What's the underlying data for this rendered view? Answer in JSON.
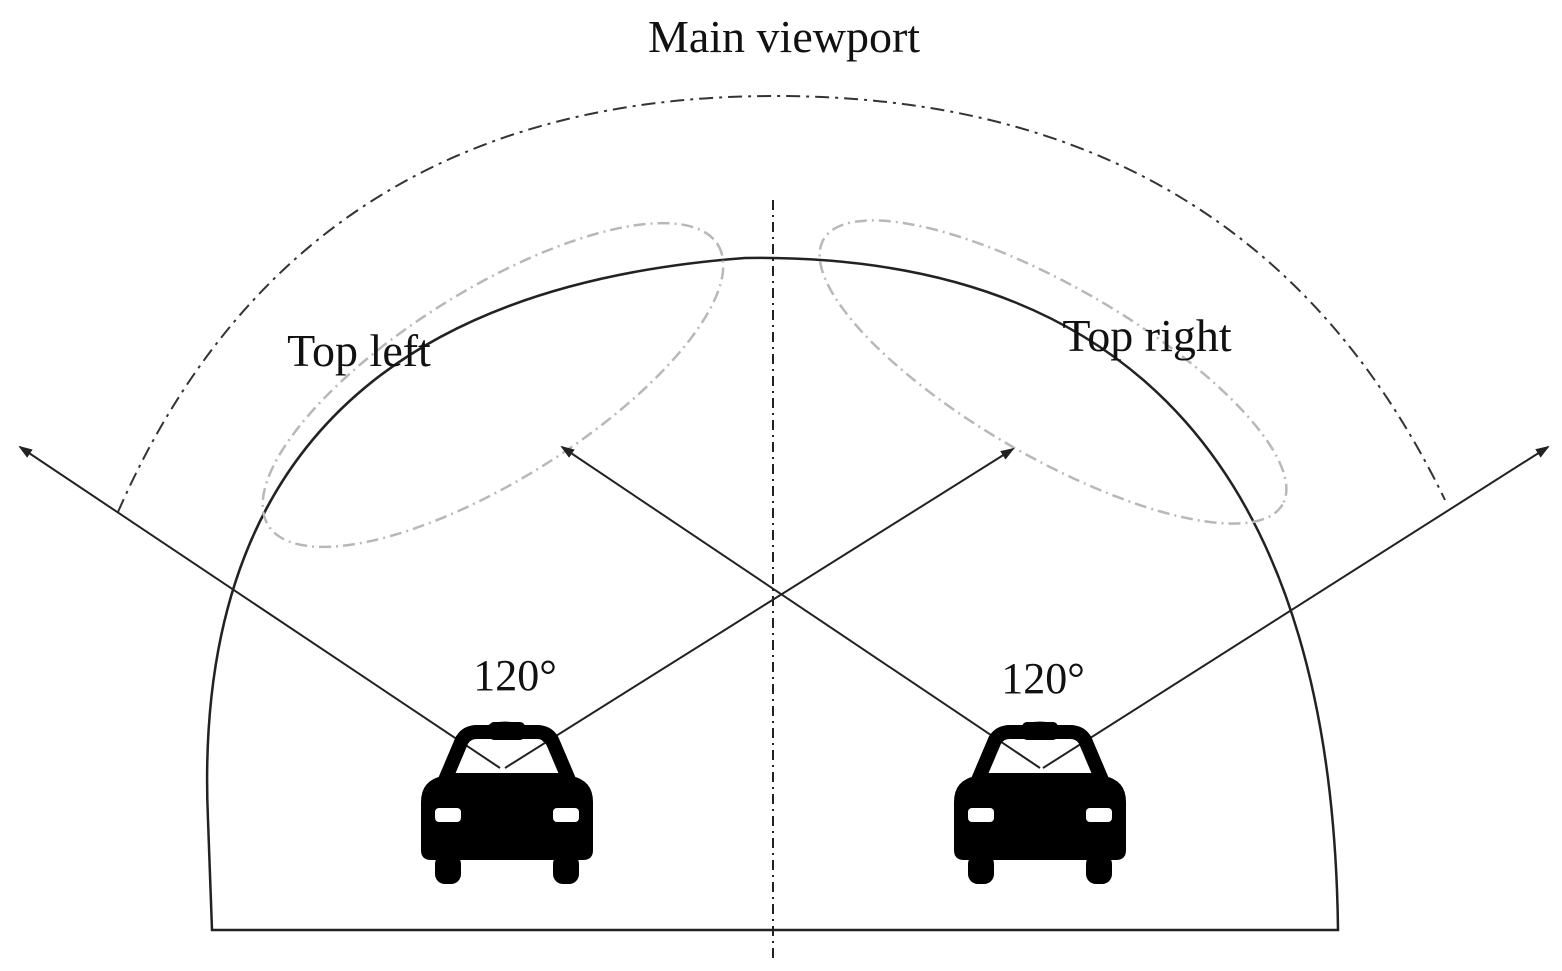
{
  "labels": {
    "main_viewport": "Main viewport",
    "top_left": "Top left",
    "top_right": "Top right",
    "angle_left": "120°",
    "angle_right": "120°"
  },
  "colors": {
    "line": "#222222",
    "dashed_region": "#b8b8b8",
    "car": "#000000",
    "background": "#ffffff"
  },
  "icons": {
    "car_left": "car-icon",
    "car_right": "car-icon"
  }
}
